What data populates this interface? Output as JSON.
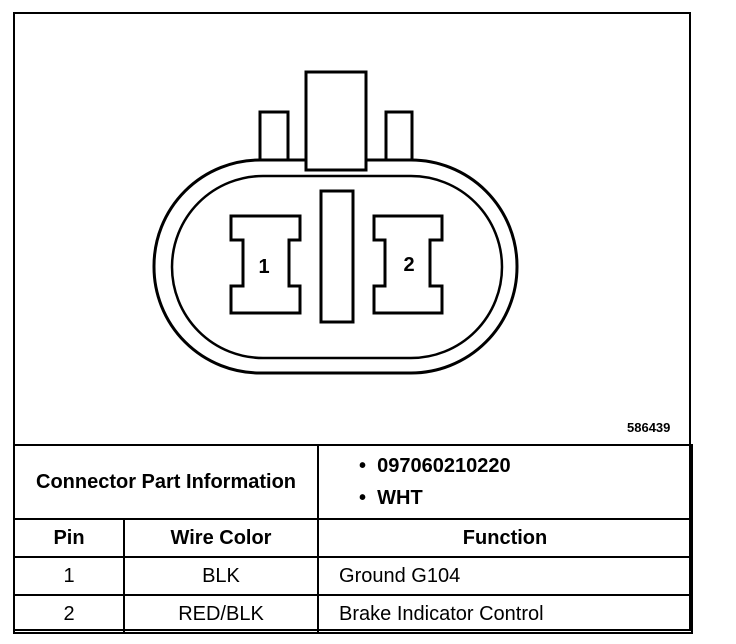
{
  "diagram": {
    "id_number": "586439",
    "pin_labels": [
      "1",
      "2"
    ]
  },
  "connector_info": {
    "label": "Connector Part Information",
    "values": [
      "097060210220",
      "WHT"
    ]
  },
  "table": {
    "headers": [
      "Pin",
      "Wire Color",
      "Function"
    ],
    "rows": [
      {
        "pin": "1",
        "wire_color": "BLK",
        "function": "Ground G104"
      },
      {
        "pin": "2",
        "wire_color": "RED/BLK",
        "function": "Brake Indicator Control"
      }
    ]
  }
}
